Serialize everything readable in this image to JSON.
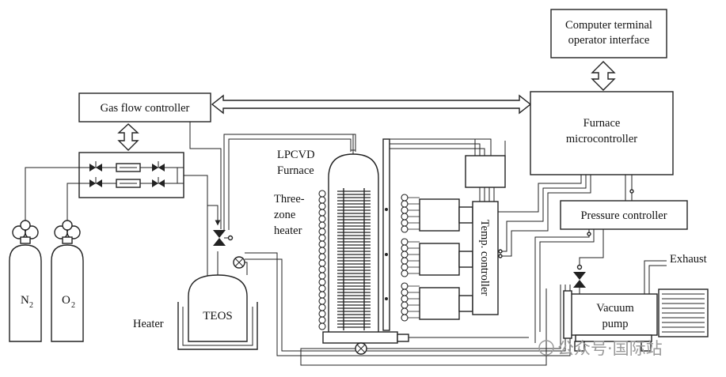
{
  "labels": {
    "computer_terminal_line1": "Computer terminal",
    "computer_terminal_line2": "operator interface",
    "gas_flow_controller": "Gas flow controller",
    "furnace_micro_line1": "Furnace",
    "furnace_micro_line2": "microcontroller",
    "pressure_controller": "Pressure controller",
    "exhaust": "Exhaust",
    "lpcvd_line1": "LPCVD",
    "lpcvd_line2": "Furnace",
    "three_zone_line1": "Three-",
    "three_zone_line2": "zone",
    "three_zone_line3": "heater",
    "temp_controller": "Temp. controller",
    "vacuum_line1": "Vacuum",
    "vacuum_line2": "pump",
    "teos": "TEOS",
    "heater": "Heater",
    "n2_base": "N",
    "n2_sub": "2",
    "o2_base": "O",
    "o2_sub": "2"
  },
  "watermark": {
    "text": "公众号·国际站"
  }
}
